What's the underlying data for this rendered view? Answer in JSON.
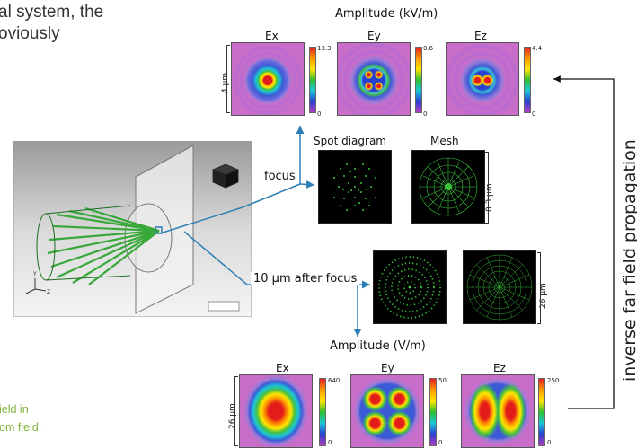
{
  "intro_text": [
    "al system, the",
    "oviously"
  ],
  "caption_text": [
    "ield in",
    "om field."
  ],
  "amplitude_top": {
    "title": "Amplitude (kV/m)",
    "panels": [
      {
        "label": "Ex",
        "max": "13.3",
        "min": "0"
      },
      {
        "label": "Ey",
        "max": "0.6",
        "min": "0"
      },
      {
        "label": "Ez",
        "max": "4.4",
        "min": "0"
      }
    ],
    "scale_label": "4 μm"
  },
  "ray_row": {
    "spot_title": "Spot diagram",
    "mesh_title": "Mesh",
    "scale_label": "0.3 μm",
    "callout": "focus"
  },
  "after_row": {
    "callout": "10 μm after focus",
    "scale_label": "26 μm"
  },
  "amplitude_bottom": {
    "title": "Amplitude (V/m)",
    "panels": [
      {
        "label": "Ex",
        "max": "640",
        "min": "0"
      },
      {
        "label": "Ey",
        "max": "50",
        "min": "0"
      },
      {
        "label": "Ez",
        "max": "250",
        "min": "0"
      }
    ],
    "scale_label": "26 μm"
  },
  "side_label": "inverse far field propagation",
  "colors": {
    "connector": "#2e7fb3",
    "ray_green": "#39c43a",
    "background_magenta": "#c86ec8"
  }
}
